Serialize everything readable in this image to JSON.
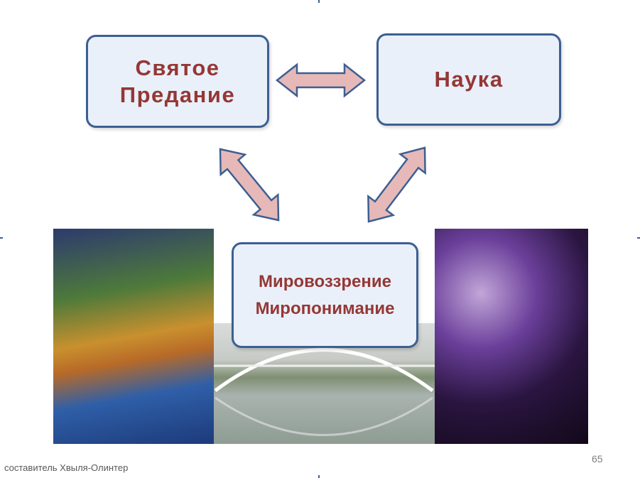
{
  "boxes": {
    "tradition": [
      "Святое",
      "Предание"
    ],
    "science": "Наука",
    "worldview": [
      "Мировоззрение",
      "Миропонимание"
    ]
  },
  "images": {
    "left": "icon-creation",
    "middle": "bridge-photo",
    "right": "science-collage"
  },
  "colors": {
    "box_fill": "#e9f0f9",
    "box_border": "#3d5f92",
    "text": "#953735",
    "arrow_fill": "#e6b9b8",
    "arrow_stroke": "#3d5f92"
  },
  "footer": {
    "author": "составитель Хвыля-Олинтер",
    "page_number": "65"
  }
}
